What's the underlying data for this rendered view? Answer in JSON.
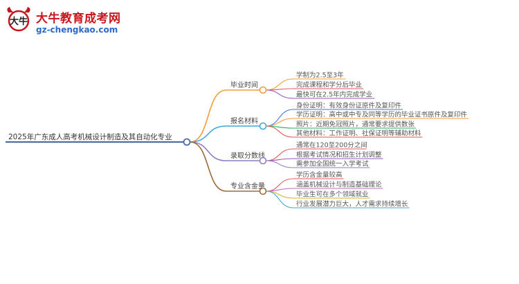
{
  "logo": {
    "title": "大牛教育成考网",
    "url": "gz-chengkao.com",
    "mark_text": "大牛"
  },
  "mindmap": {
    "root": "2025年广东成人高考机械设计制造及其自动化专业",
    "root_color": "#4a6fa5",
    "branches": [
      {
        "label": "毕业时间",
        "color": "#f39c34",
        "children": [
          {
            "label": "学制为2.5至3年",
            "color": "#f39c34"
          },
          {
            "label": "完成课程和学分后毕业",
            "color": "#e05a5a"
          },
          {
            "label": "最快可在2.5年内完成学业",
            "color": "#9b59b6"
          }
        ]
      },
      {
        "label": "报名材料",
        "color": "#3aa8d8",
        "children": [
          {
            "label": "身份证明：有效身份证原件及复印件",
            "color": "#3a7bd5"
          },
          {
            "label": "学历证明：高中或中专及同等学历的毕业证书原件及复印件",
            "color": "#f39c34"
          },
          {
            "label": "照片：近期免冠照片，通常要求提供数张",
            "color": "#27ae60"
          },
          {
            "label": "其他材料：工作证明、社保证明等辅助材料",
            "color": "#e05a5a"
          }
        ]
      },
      {
        "label": "录取分数线",
        "color": "#8e7cc3",
        "children": [
          {
            "label": "通常在120至200分之间",
            "color": "#e05a5a"
          },
          {
            "label": "根据考试情况和招生计划调整",
            "color": "#9b59b6"
          },
          {
            "label": "需参加全国统一入学考试",
            "color": "#8e7cc3"
          }
        ]
      },
      {
        "label": "专业含金量",
        "color": "#9b6b3a",
        "children": [
          {
            "label": "学历含金量较高",
            "color": "#e05a5a"
          },
          {
            "label": "涵盖机械设计与制造基础理论",
            "color": "#c06bc0"
          },
          {
            "label": "毕业生可在多个领域就业",
            "color": "#d4b020"
          },
          {
            "label": "行业发展潜力巨大，人才需求持续增长",
            "color": "#3aa8d8"
          }
        ]
      }
    ]
  }
}
